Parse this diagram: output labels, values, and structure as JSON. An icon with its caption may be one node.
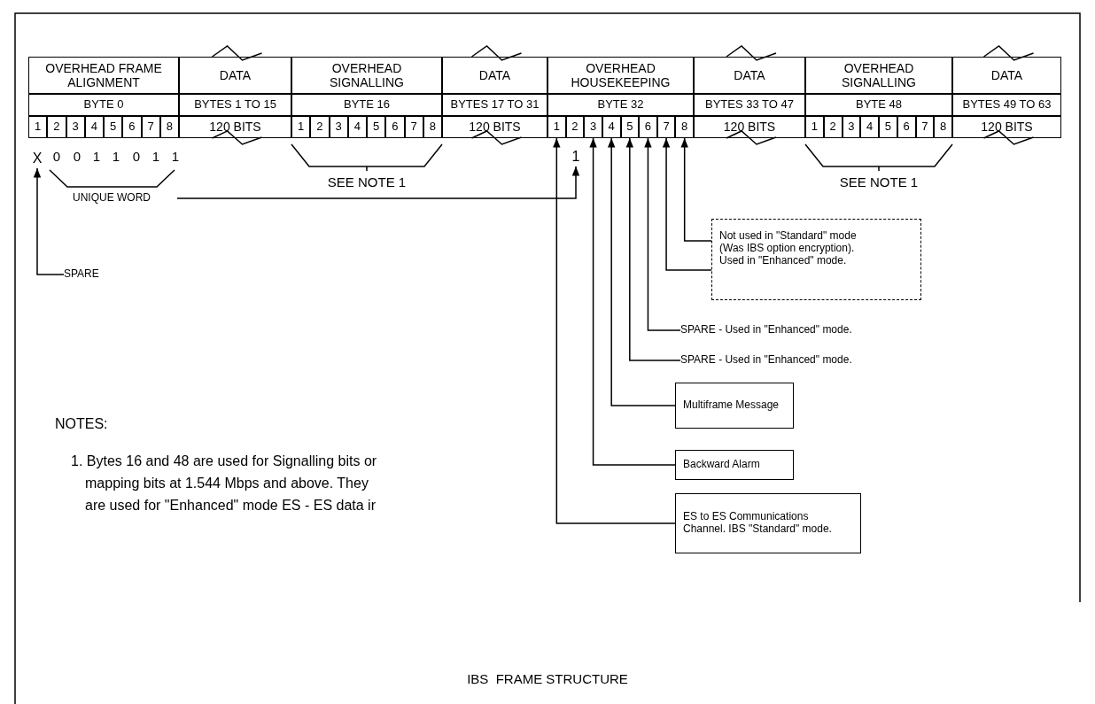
{
  "diagram": {
    "caption": "IBS  FRAME STRUCTURE",
    "nodes": [
      {
        "text": [
          "OVERHEAD FRAME ALIGNMENT"
        ]
      },
      {
        "text": [
          "DATA"
        ]
      },
      {
        "text": [
          "OVERHEAD SIGNALLING"
        ]
      },
      {
        "text": [
          "DATA"
        ]
      },
      {
        "text": [
          "OVERHEAD HOUSEKEEPING"
        ]
      },
      {
        "text": [
          "DATA"
        ]
      },
      {
        "text": [
          "OVERHEAD SIGNALLING"
        ]
      },
      {
        "text": [
          "DATA"
        ]
      },
      {
        "text": [
          "BYTE 0"
        ]
      },
      {
        "text": [
          "BYTES 1 TO 15"
        ]
      },
      {
        "text": [
          "BYTE 16"
        ]
      },
      {
        "text": [
          "BYTES 17 TO 31"
        ]
      },
      {
        "text": [
          "BYTE 32"
        ]
      },
      {
        "text": [
          "BYTES 33 TO 47"
        ]
      },
      {
        "text": [
          "BYTE 48"
        ]
      },
      {
        "text": [
          "BYTES 49 TO 63"
        ]
      },
      {
        "text": [
          "1"
        ]
      },
      {
        "text": [
          "2"
        ]
      },
      {
        "text": [
          "3"
        ]
      },
      {
        "text": [
          "4"
        ]
      },
      {
        "text": [
          "5"
        ]
      },
      {
        "text": [
          "6"
        ]
      },
      {
        "text": [
          "7"
        ]
      },
      {
        "text": [
          "8"
        ]
      },
      {
        "text": [
          "120 BITS"
        ]
      },
      {
        "text": [
          "1"
        ]
      },
      {
        "text": [
          "2"
        ]
      },
      {
        "text": [
          "3"
        ]
      },
      {
        "text": [
          "4"
        ]
      },
      {
        "text": [
          "5"
        ]
      },
      {
        "text": [
          "6"
        ]
      },
      {
        "text": [
          "7"
        ]
      },
      {
        "text": [
          "8"
        ]
      },
      {
        "text": [
          "120 BITS"
        ]
      },
      {
        "text": [
          "1"
        ]
      },
      {
        "text": [
          "2"
        ]
      },
      {
        "text": [
          "3"
        ]
      },
      {
        "text": [
          "4"
        ]
      },
      {
        "text": [
          "5"
        ]
      },
      {
        "text": [
          "6"
        ]
      },
      {
        "text": [
          "7"
        ]
      },
      {
        "text": [
          "8"
        ]
      },
      {
        "text": [
          "120 BITS"
        ]
      },
      {
        "text": [
          "1"
        ]
      },
      {
        "text": [
          "2"
        ]
      },
      {
        "text": [
          "3"
        ]
      },
      {
        "text": [
          "4"
        ]
      },
      {
        "text": [
          "5"
        ]
      },
      {
        "text": [
          "6"
        ]
      },
      {
        "text": [
          "7"
        ]
      },
      {
        "text": [
          "8"
        ]
      },
      {
        "text": [
          "120 BITS"
        ]
      },
      {
        "text": [
          "X"
        ]
      },
      {
        "text": [
          "1"
        ]
      },
      {
        "text": [
          "UNIQUE WORD"
        ]
      },
      {
        "text": [
          "SPARE"
        ]
      },
      {
        "text": [
          "Not used in \"Standard\" mode (Was IBS option encryption). Used in \"Enhanced\" mode."
        ]
      },
      {
        "text": [
          "SPARE - Used in \"Enhanced\" mode."
        ]
      },
      {
        "text": [
          "SPARE - Used in \"Enhanced\" mode."
        ]
      },
      {
        "text": [
          "Multiframe Message"
        ]
      },
      {
        "text": [
          "Backward Alarm"
        ]
      },
      {
        "text": [
          "ES to ES Communications Channel. IBS \"Standard\" mode."
        ]
      }
    ],
    "edges": [
      {
        "from": 55,
        "to": 52,
        "arrow": "to"
      },
      {
        "from": 54,
        "to": 53,
        "arrow": "to"
      },
      {
        "from": 56,
        "to": 41,
        "arrow": "to"
      },
      {
        "from": 56,
        "to": 40,
        "arrow": "to"
      },
      {
        "from": 57,
        "to": 39,
        "arrow": "to"
      },
      {
        "from": 58,
        "to": 38,
        "arrow": "to"
      },
      {
        "from": 59,
        "to": 37,
        "arrow": "to"
      },
      {
        "from": 60,
        "to": 36,
        "arrow": "to"
      },
      {
        "from": 61,
        "to": 34,
        "arrow": "to"
      }
    ],
    "labels": [
      "0",
      "0",
      "1",
      "1",
      "0",
      "1",
      "1",
      "SEE NOTE 1",
      "SEE NOTE 1",
      "NOTES:",
      "1. Bytes 16 and 48 are used for Signalling bits or mapping bits at 1.544 Mbps and above. They are used for \"Enhanced\" mode ES - ES data ir"
    ]
  }
}
